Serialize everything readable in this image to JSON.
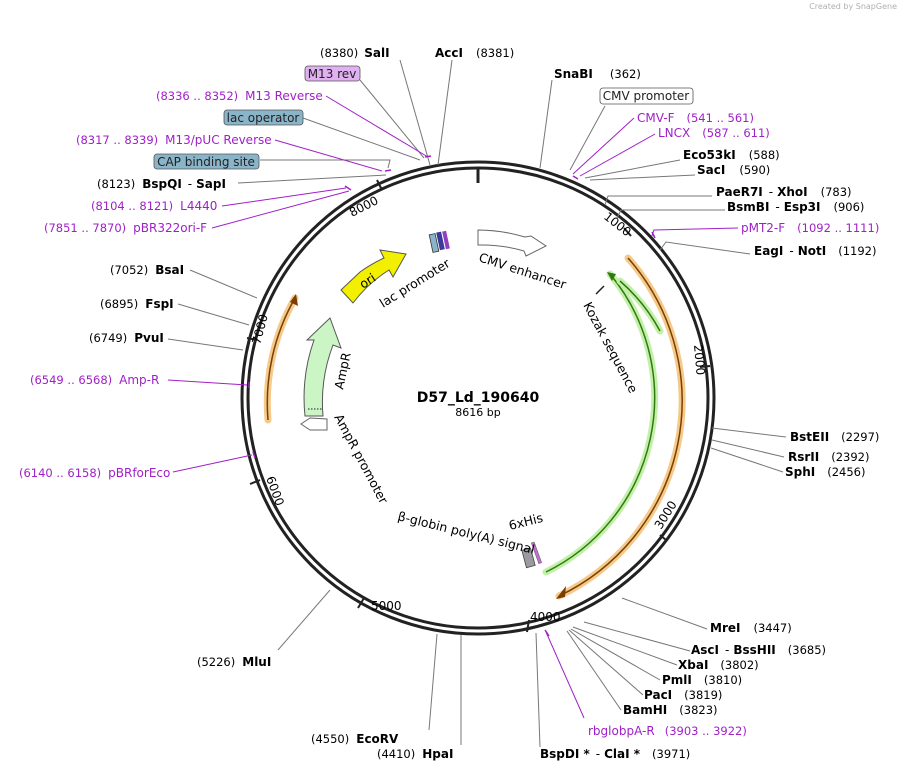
{
  "credit": "Created by SnapGene",
  "plasmid": {
    "name": "D57_Ld_190640",
    "size": "8616 bp"
  },
  "ticks": [
    "1000",
    "2000",
    "3000",
    "4000",
    "5000",
    "6000",
    "7000",
    "8000"
  ],
  "sites": {
    "sali": {
      "name": "SalI",
      "coord": "(8380)"
    },
    "acci": {
      "name": "AccI",
      "coord": "(8381)"
    },
    "snabi": {
      "name": "SnaBI",
      "coord": "(362)"
    },
    "eco53ki": {
      "name": "Eco53kI",
      "coord": "(588)"
    },
    "saci": {
      "name": "SacI",
      "coord": "(590)"
    },
    "paer7i": {
      "name": "PaeR7I",
      "sep": "-",
      "name2": "XhoI",
      "coord": "(783)"
    },
    "bsmbi": {
      "name": "BsmBI",
      "sep": "-",
      "name2": "Esp3I",
      "coord": "(906)"
    },
    "eagi": {
      "name": "EagI",
      "sep": "-",
      "name2": "NotI",
      "coord": "(1192)"
    },
    "bsteii": {
      "name": "BstEII",
      "coord": "(2297)"
    },
    "rsrii": {
      "name": "RsrII",
      "coord": "(2392)"
    },
    "sphi": {
      "name": "SphI",
      "coord": "(2456)"
    },
    "mrei": {
      "name": "MreI",
      "coord": "(3447)"
    },
    "asci": {
      "name": "AscI",
      "sep": "-",
      "name2": "BssHII",
      "coord": "(3685)"
    },
    "xbai": {
      "name": "XbaI",
      "coord": "(3802)"
    },
    "pmli": {
      "name": "PmlI",
      "coord": "(3810)"
    },
    "paci": {
      "name": "PacI",
      "coord": "(3819)"
    },
    "bamhi": {
      "name": "BamHI",
      "coord": "(3823)"
    },
    "bspdi": {
      "name": "BspDI *",
      "sep": "-",
      "name2": "ClaI *",
      "coord": "(3971)"
    },
    "hpai": {
      "name": "HpaI",
      "coord": "(4410)"
    },
    "ecorv": {
      "name": "EcoRV",
      "coord": "(4550)"
    },
    "mlui": {
      "name": "MluI",
      "coord": "(5226)"
    },
    "pvui": {
      "name": "PvuI",
      "coord": "(6749)"
    },
    "fspi": {
      "name": "FspI",
      "coord": "(6895)"
    },
    "bsai": {
      "name": "BsaI",
      "coord": "(7052)"
    },
    "bspqi": {
      "name": "BspQI",
      "sep": "-",
      "name2": "SapI",
      "coord": "(8123)"
    }
  },
  "primers": {
    "m13rev_r": {
      "name": "M13 Reverse",
      "coord": "(8336 .. 8352)"
    },
    "m13puc": {
      "name": "M13/pUC Reverse",
      "coord": "(8317 .. 8339)"
    },
    "l4440": {
      "name": "L4440",
      "coord": "(8104 .. 8121)"
    },
    "pbr322ori": {
      "name": "pBR322ori-F",
      "coord": "(7851 .. 7870)"
    },
    "cmvf": {
      "name": "CMV-F",
      "coord": "(541 .. 561)"
    },
    "lncx": {
      "name": "LNCX",
      "coord": "(587 .. 611)"
    },
    "pmt2f": {
      "name": "pMT2-F",
      "coord": "(1092 .. 1111)"
    },
    "ampr": {
      "name": "Amp-R",
      "coord": "(6549 .. 6568)"
    },
    "pbrforeco": {
      "name": "pBRforEco",
      "coord": "(6140 .. 6158)"
    },
    "rbglob": {
      "name": "rbglobpA-R",
      "coord": "(3903 .. 3922)"
    }
  },
  "boxes": {
    "m13rev": "M13 rev",
    "lacop": "lac operator",
    "cap": "CAP binding site",
    "cmvprom": "CMV promoter"
  },
  "features": {
    "cmv_enh": "CMV enhancer",
    "lac_prom": "lac promoter",
    "ori": "ori",
    "ampr": "AmpR",
    "ampr_prom": "AmpR promoter",
    "kozak": "Kozak sequence",
    "his": "6xHis",
    "bglobin": "β-globin poly(A) signal"
  },
  "colors": {
    "ori": "#f2f000",
    "ampr": "#ccf5c6",
    "orf_outline": "#f0b560",
    "orf_green": "#4a9a1c",
    "primer": "#a020c8",
    "lac_box": "#8ab4c8",
    "m13_box": "#e0b0f0"
  }
}
